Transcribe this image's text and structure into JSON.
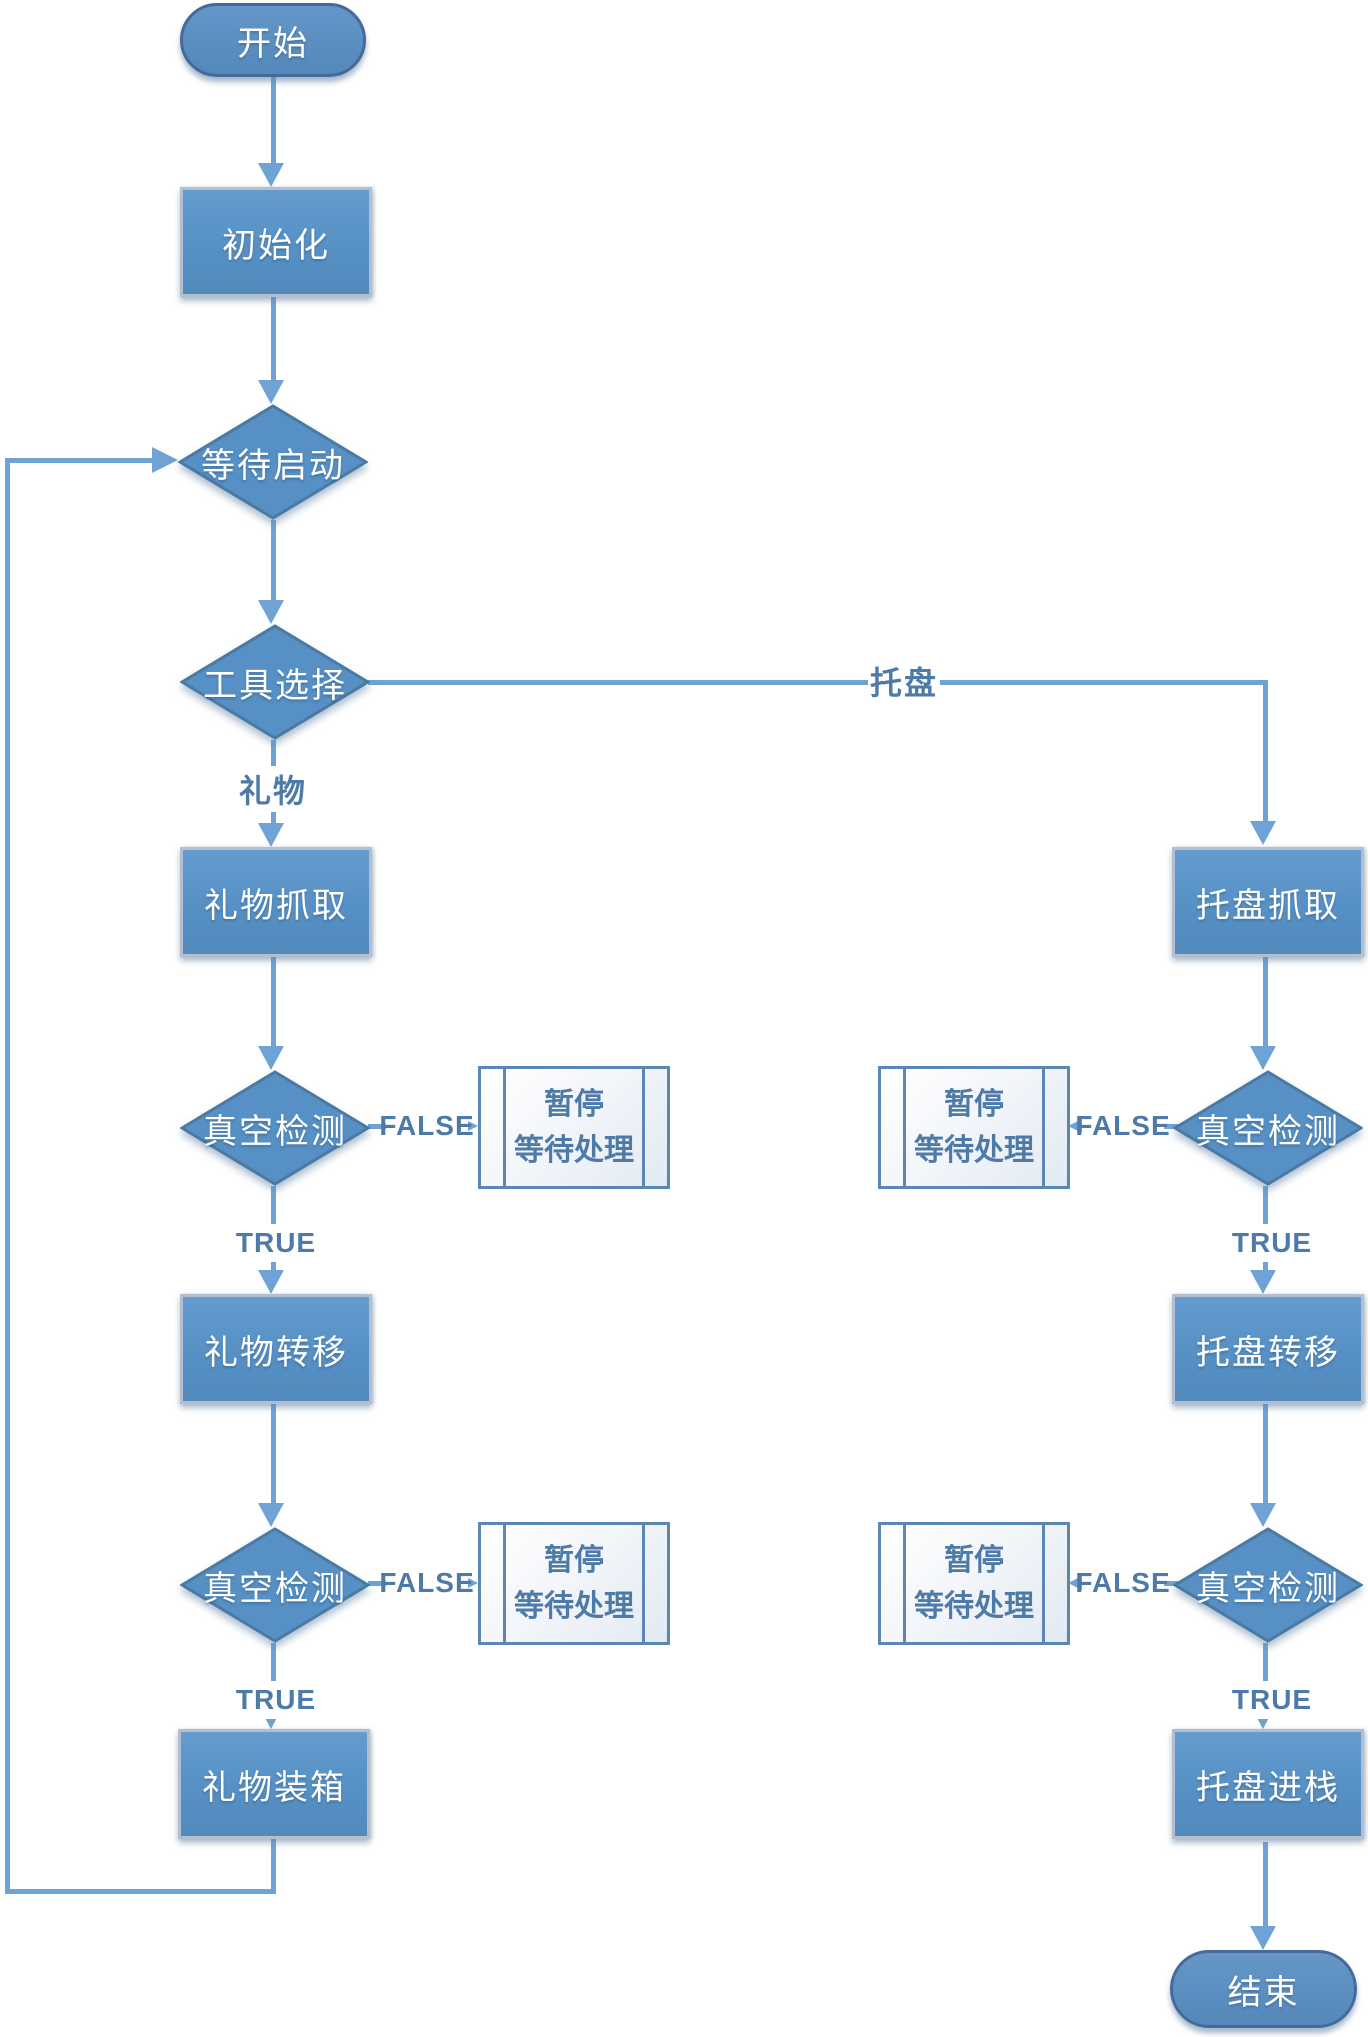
{
  "diagram": {
    "nodes": {
      "start": "开始",
      "init": "初始化",
      "wait_start": "等待启动",
      "tool_select": "工具选择",
      "gift_grab": "礼物抓取",
      "gift_transfer": "礼物转移",
      "gift_pack": "礼物装箱",
      "tray_grab": "托盘抓取",
      "tray_transfer": "托盘转移",
      "tray_stack": "托盘进栈",
      "vacuum_check": "真空检测",
      "pause": {
        "line1": "暂停",
        "line2": "等待处理"
      },
      "end": "结束"
    },
    "edge_labels": {
      "gift": "礼物",
      "tray": "托盘",
      "true": "TRUE",
      "false": "FALSE"
    },
    "colors": {
      "node_fill": "#5690c4",
      "node_border_light": "#b3bfcc",
      "diamond_border": "#4a7aa4",
      "capsule_border": "#44699a",
      "connector": "#6fa2d5",
      "pause_fill": "#eef3f8",
      "pause_border": "#5b87b5",
      "label_text": "#4e7aa8",
      "node_text": "#ffffff"
    }
  }
}
